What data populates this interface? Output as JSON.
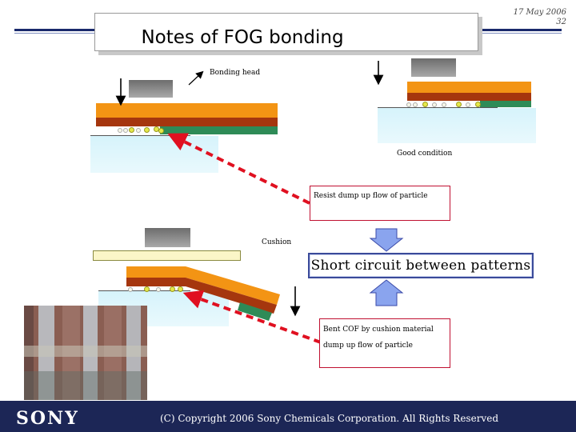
{
  "header": {
    "title": "Notes of FOG bonding",
    "date": "17 May 2006",
    "page": "32"
  },
  "labels": {
    "bonding_head": "Bonding head",
    "good_condition": "Good condition",
    "cushion": "Cushion"
  },
  "notes": {
    "resist": "Resist dump up flow of particle",
    "short_circuit": "Short circuit between patterns",
    "bent_cof": "Bent COF by cushion material dump up flow of particle"
  },
  "footer": {
    "logo": "SONY",
    "copyright": "(C) Copyright 2006 Sony Chemicals Corporation. All Rights Reserved"
  },
  "colors": {
    "navy": "#1c2656",
    "orange_layer": "#f39414",
    "brown_layer": "#a5360e",
    "green_layer": "#2e8b57",
    "glass": "#d6f3fb",
    "arrow_red": "#e01020",
    "arrow_blue": "#8aa4ee"
  }
}
